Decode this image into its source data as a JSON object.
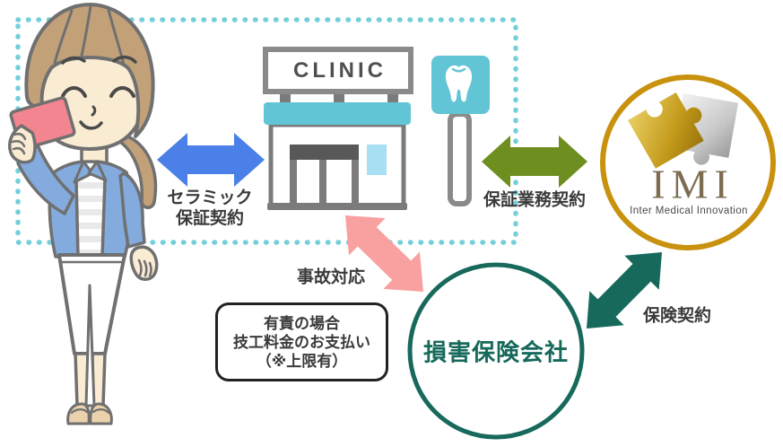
{
  "colors": {
    "dashed_border": "#74CFDA",
    "blue_arrow": "#4A80E8",
    "olive_arrow": "#6E8F1F",
    "pink_arrow": "#F9A0A0",
    "teal_arrow": "#17695C",
    "insurance_green": "#17695C",
    "imi_gold": "#C8920E",
    "imi_text_brown": "#7D6C52",
    "clinic_teal": "#62C5D5",
    "window_blue": "#A9DFF2",
    "outline_gray": "#7B7B7B",
    "card_pink": "#F2858F",
    "jacket_blue": "#83ABDE",
    "hair_brown": "#C2A179",
    "skin": "#FAEBD3",
    "text_dark": "#3A3A3A"
  },
  "clinic": {
    "sign_label": "CLINIC"
  },
  "imi": {
    "acronym": "IMI",
    "full_name": "Inter Medical Innovation"
  },
  "insurance": {
    "name": "損害保険会社"
  },
  "relations": {
    "patient_clinic": {
      "line1": "セラミック",
      "line2": "保証契約"
    },
    "clinic_imi": {
      "label": "保証業務契約"
    },
    "clinic_insurer": {
      "label": "事故対応"
    },
    "imi_insurer": {
      "label": "保険契約"
    }
  },
  "note": {
    "line1": "有責の場合",
    "line2": "技工料金のお支払い",
    "line3": "（※上限有）"
  }
}
